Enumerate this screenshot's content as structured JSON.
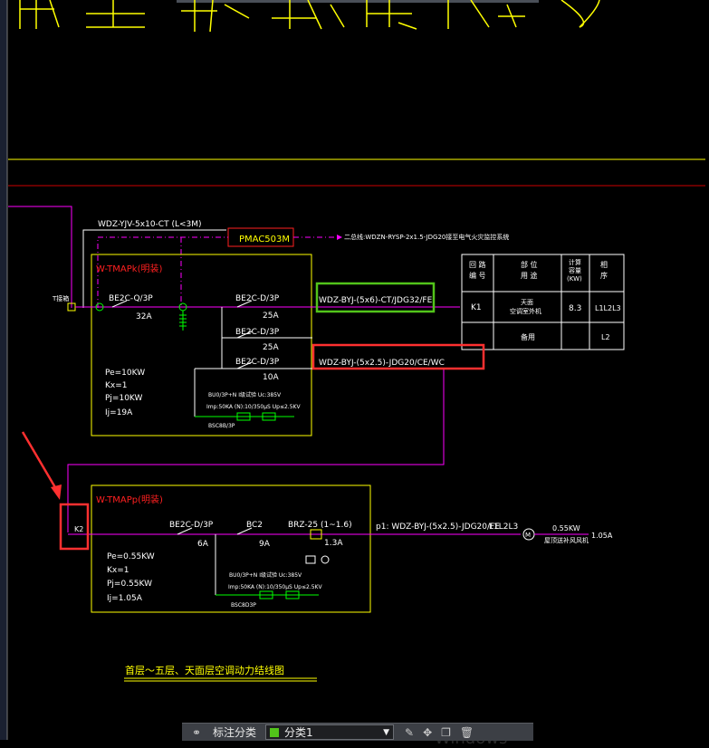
{
  "colors": {
    "background": "#000000",
    "yellow": "#ffff00",
    "magenta": "#ff00ff",
    "red": "#ff2020",
    "green": "#00ff00",
    "white": "#ffffff",
    "highlight_red": "#ff3030",
    "highlight_green": "#52c41a"
  },
  "top_title_fragment": "屋顶平面图",
  "top_feeder": {
    "cable_label": "WDZ-YJV-5x10-CT (L<3M)",
    "device_label": "PMAC503M",
    "signal_line_label": "二总线:WDZN-RYSP-2x1.5-JDG20接至电气火灾监控系统"
  },
  "panel1": {
    "title": "W-TMAPk(明装)",
    "incoming_label": "T接箱",
    "main_breaker": "BE2C-Q/3P",
    "main_rating": "32A",
    "branches": [
      {
        "breaker": "BE2C-D/3P",
        "rating": "25A",
        "cable": "WDZ-BYJ-(5x6)-CT/JDG32/FE"
      },
      {
        "breaker": "BE2C-D/3P",
        "rating": "25A",
        "cable": ""
      },
      {
        "breaker": "BE2C-D/3P",
        "rating": "10A",
        "cable": "WDZ-BYJ-(5x2.5)-JDG20/CE/WC"
      }
    ],
    "params": [
      "Pe=10KW",
      "Kx=1",
      "Pj=10KW",
      "Ij=19A"
    ],
    "spd_line1": "BU0/3P+N Ⅰ级试验 Uc:385V",
    "spd_line2": "Imp:50KA (N):10/350μS Up≤2.5KV",
    "spd_breaker": "BSC8B/3P"
  },
  "load_table": {
    "headers": [
      "回 路\n编 号",
      "部 位\n用 途",
      "计算\n容量\n(KW)",
      "相\n序"
    ],
    "rows": [
      [
        "K1",
        "天面\n空调室外机",
        "8.3",
        "L1L2L3"
      ],
      [
        "",
        "备用",
        "",
        "L2"
      ]
    ]
  },
  "panel2": {
    "title": "W-TMAPp(明装)",
    "incoming_label": "K2",
    "main_breaker": "BE2C-D/3P",
    "main_rating": "6A",
    "contactor": "BC2",
    "contactor_rating": "9A",
    "relay": "BRZ-25 (1~1.6)",
    "relay_rating": "1.3A",
    "feeder": "p1: WDZ-BYJ-(5x2.5)-JDG20/FE",
    "phase": "L1L2L3",
    "motor_power": "0.55KW",
    "motor_use": "屋顶送补风风机",
    "motor_current": "1.05A",
    "params": [
      "Pe=0.55KW",
      "Kx=1",
      "Pj=0.55KW",
      "Ij=1.05A"
    ],
    "spd_line1": "BU0/3P+N Ⅰ级试验 Uc:385V",
    "spd_line2": "Imp:50KA (N):10/350μS Up≤2.5KV",
    "spd_breaker": "BSC8D3P"
  },
  "diagram_caption": "首层～五层、天面层空调动力结线图",
  "toolbar": {
    "label": "标注分类",
    "selected": "分类1"
  },
  "watermark": "Windows"
}
